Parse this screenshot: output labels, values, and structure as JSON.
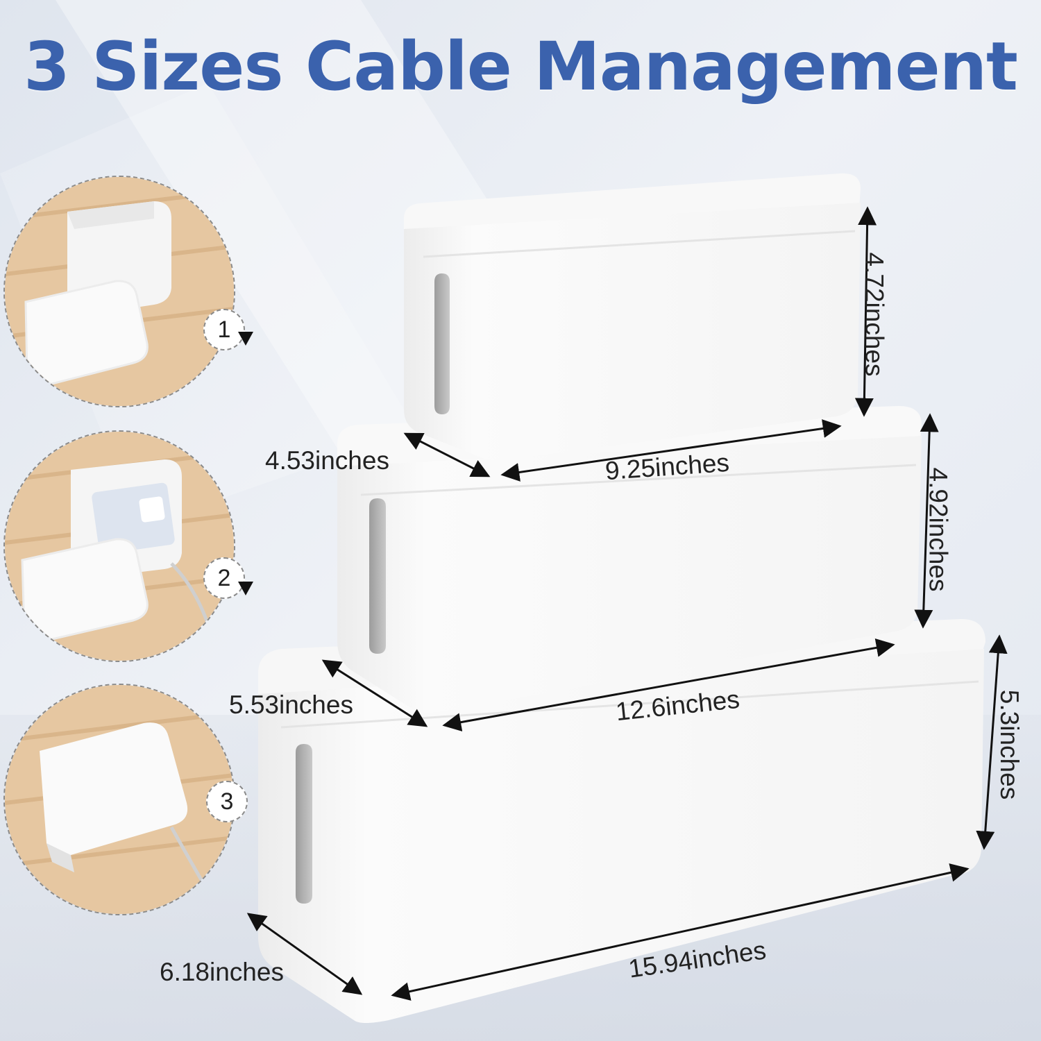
{
  "title": "3 Sizes Cable Management",
  "colors": {
    "title": "#3b62ad",
    "background": "#e7ecf3",
    "box": "#fbfbfb",
    "wood": "#e7c9a3"
  },
  "steps": [
    {
      "number": "1",
      "icon": "lid-off-box-icon"
    },
    {
      "number": "2",
      "icon": "power-strip-in-box-icon"
    },
    {
      "number": "3",
      "icon": "closed-box-icon"
    }
  ],
  "boxes": {
    "small": {
      "height": "4.72inches",
      "depth": "4.53inches",
      "length": "9.25inches"
    },
    "medium": {
      "height": "4.92inches",
      "depth": "5.53inches",
      "length": "12.6inches"
    },
    "large": {
      "height": "5.3inches",
      "depth": "6.18inches",
      "length": "15.94inches"
    }
  }
}
